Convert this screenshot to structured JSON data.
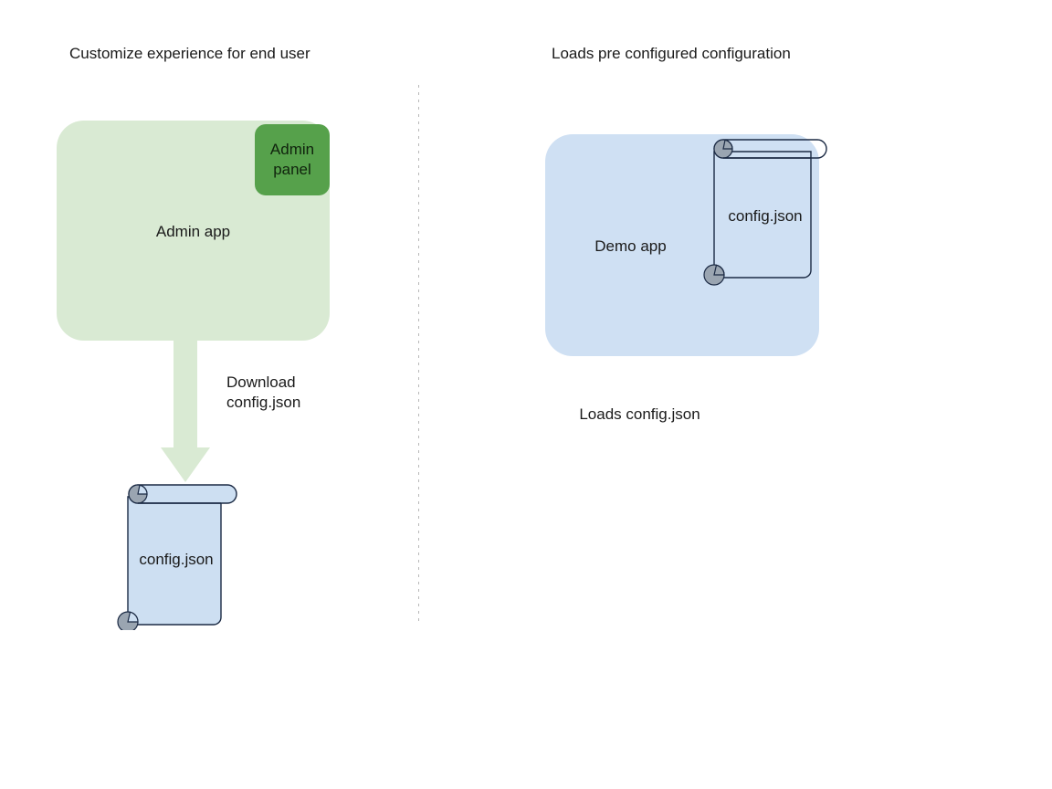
{
  "diagram": {
    "background_color": "#ffffff",
    "left_panel": {
      "heading": "Customize experience for end user",
      "app_box": {
        "label": "Admin app",
        "fill_color": "#d9ead3"
      },
      "badge": {
        "label": "Admin\npanel",
        "fill_color": "#56a14b"
      },
      "arrow": {
        "label": "Download\nconfig.json",
        "color": "#d9ead3",
        "direction": "down"
      },
      "document": {
        "label": "config.json",
        "fill_color": "#cddff2",
        "stroke_color": "#1b2a44",
        "curl_color": "#9aa5b1"
      }
    },
    "right_panel": {
      "heading": "Loads pre configured configuration",
      "app_box": {
        "label": "Demo app",
        "fill_color": "#cfe0f3"
      },
      "document": {
        "label": "config.json",
        "fill_color": "transparent",
        "stroke_color": "#1b2a44",
        "curl_color": "#9aa5b1"
      },
      "caption": "Loads config.json"
    },
    "divider": {
      "style": "dotted",
      "color": "#b8b8b8"
    }
  }
}
